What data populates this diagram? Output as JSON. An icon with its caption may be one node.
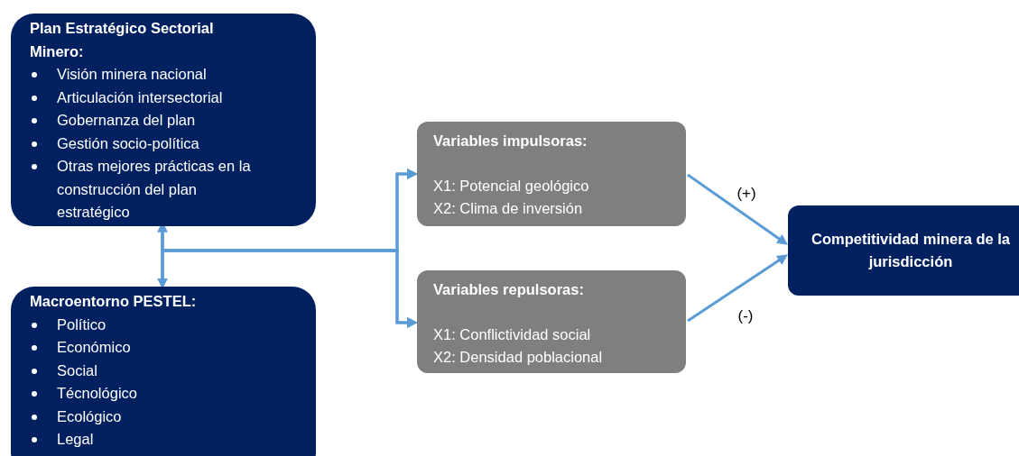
{
  "diagram": {
    "nodes": [
      {
        "text": [
          "Plan Estratégico Sectorial Minero:",
          "Visión minera nacional",
          "Articulación intersectorial",
          "Gobernanza del plan",
          "Gestión socio-política",
          "Otras mejores prácticas en la construcción del plan estratégico"
        ]
      },
      {
        "text": [
          "Macroentorno PESTEL:",
          "Político",
          "Económico",
          "Social",
          "Técnológico",
          "Ecológico",
          "Legal"
        ]
      },
      {
        "text": [
          "Variables impulsoras:",
          "X1: Potencial geológico",
          "X2: Clima de inversión"
        ]
      },
      {
        "text": [
          "Variables repulsoras:",
          "X1: Conflictividad social",
          "X2: Densidad poblacional"
        ]
      },
      {
        "text": [
          "Competitividad minera de la jurisdicción"
        ]
      }
    ],
    "edges": [
      {
        "from": 0,
        "to": 1,
        "arrow": "both"
      },
      {
        "from": 0,
        "to": 2,
        "arrow": "to"
      },
      {
        "from": 0,
        "to": 3,
        "arrow": "to"
      },
      {
        "from": 1,
        "to": 2,
        "arrow": "to"
      },
      {
        "from": 1,
        "to": 3,
        "arrow": "to"
      },
      {
        "from": 2,
        "to": 4,
        "arrow": "to",
        "label": "(+)"
      },
      {
        "from": 3,
        "to": 4,
        "arrow": "to",
        "label": "(-)"
      }
    ]
  }
}
